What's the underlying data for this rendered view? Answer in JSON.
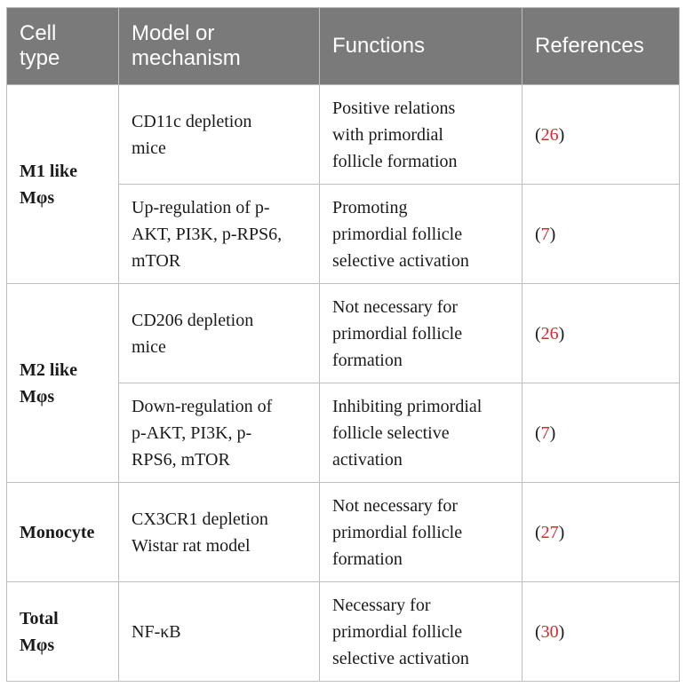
{
  "table": {
    "headers": {
      "cell_type": [
        "Cell",
        "type"
      ],
      "model": [
        "Model or",
        "mechanism"
      ],
      "functions": "Functions",
      "references": "References"
    },
    "rows": [
      {
        "cell_type": [
          "M1 like",
          "Mφs"
        ],
        "model": [
          "CD11c depletion",
          "mice"
        ],
        "functions": [
          "Positive relations",
          "with primordial",
          "follicle formation"
        ],
        "ref_open": "(",
        "ref": "26",
        "ref_close": ")"
      },
      {
        "model": [
          "Up-regulation of p-",
          "AKT, PI3K, p-RPS6,",
          "mTOR"
        ],
        "functions": [
          "Promoting",
          "primordial follicle",
          "selective activation"
        ],
        "ref_open": "(",
        "ref": "7",
        "ref_close": ")"
      },
      {
        "cell_type": [
          "M2 like",
          "Mφs"
        ],
        "model": [
          "CD206 depletion",
          "mice"
        ],
        "functions": [
          "Not necessary for",
          "primordial follicle",
          "formation"
        ],
        "ref_open": "(",
        "ref": "26",
        "ref_close": ")"
      },
      {
        "model": [
          "Down-regulation of",
          "p-AKT, PI3K, p-",
          "RPS6, mTOR"
        ],
        "functions": [
          "Inhibiting primordial",
          "follicle selective",
          "activation"
        ],
        "ref_open": "(",
        "ref": "7",
        "ref_close": ")"
      },
      {
        "cell_type": [
          "Monocyte"
        ],
        "model": [
          "CX3CR1 depletion",
          "Wistar rat model"
        ],
        "functions": [
          "Not necessary for",
          "primordial follicle",
          "formation"
        ],
        "ref_open": "(",
        "ref": "27",
        "ref_close": ")"
      },
      {
        "cell_type": [
          "Total",
          "Mφs"
        ],
        "model": [
          "NF-κB"
        ],
        "functions": [
          "Necessary for",
          "primordial follicle",
          "selective activation"
        ],
        "ref_open": "(",
        "ref": "30",
        "ref_close": ")"
      }
    ]
  }
}
